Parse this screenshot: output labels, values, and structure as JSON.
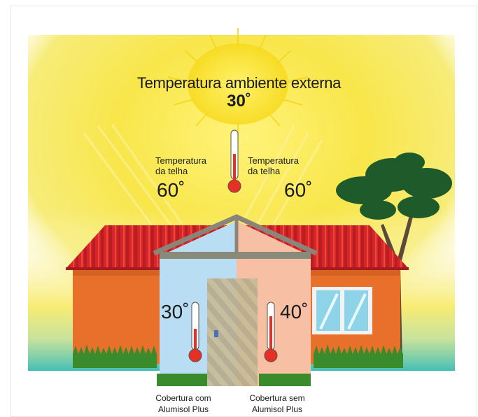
{
  "title": "Temperatura ambiente externa",
  "ambient_temp": "30˚",
  "roof_left": {
    "line1": "Temperatura",
    "line2": "da telha",
    "value": "60˚"
  },
  "roof_right": {
    "line1": "Temperatura",
    "line2": "da telha",
    "value": "60˚"
  },
  "room_left": {
    "value": "30˚",
    "caption_line1": "Cobertura com",
    "caption_line2": "Alumisol Plus"
  },
  "room_right": {
    "value": "40˚",
    "caption_line1": "Cobertura sem",
    "caption_line2": "Alumisol Plus"
  },
  "colors": {
    "sun": "#f7e21b",
    "sky_yellow": "#f8e64a",
    "roof_tile": "#d9262b",
    "wall": "#e8702a",
    "cool_room": "#b8def4",
    "hot_room": "#f8c0a4",
    "grass": "#3a8b2c",
    "ground_teal": "#23b2a6",
    "thermo_bulb": "#e53023"
  }
}
